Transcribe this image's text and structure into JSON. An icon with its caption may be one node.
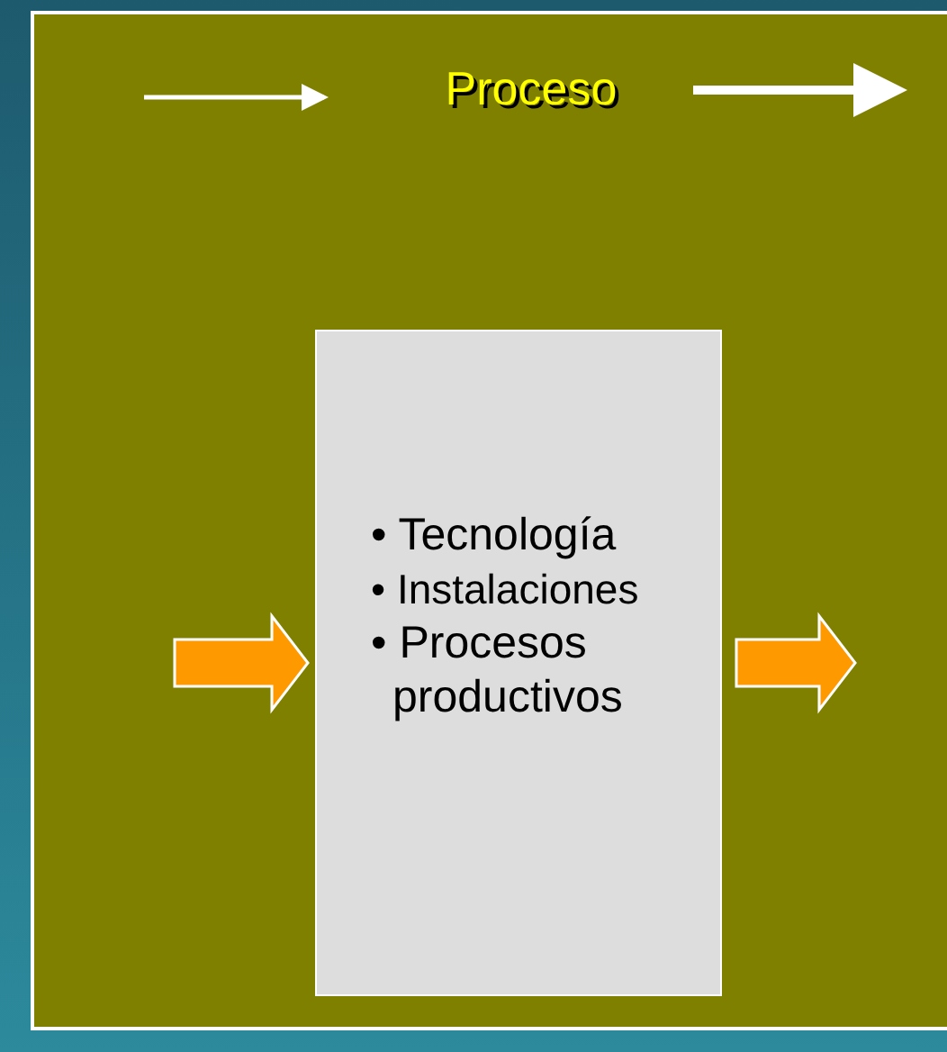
{
  "diagram": {
    "nodes": [
      {
        "text": [
          "Proceso"
        ]
      },
      {
        "text": [
          "• Tecnología",
          "• Instalaciones",
          "• Procesos productivos"
        ],
        "in": 0
      }
    ],
    "edges": [
      {
        "from": null,
        "to": 1,
        "arrow": "to"
      },
      {
        "from": 1,
        "to": null,
        "arrow": "to"
      }
    ]
  }
}
